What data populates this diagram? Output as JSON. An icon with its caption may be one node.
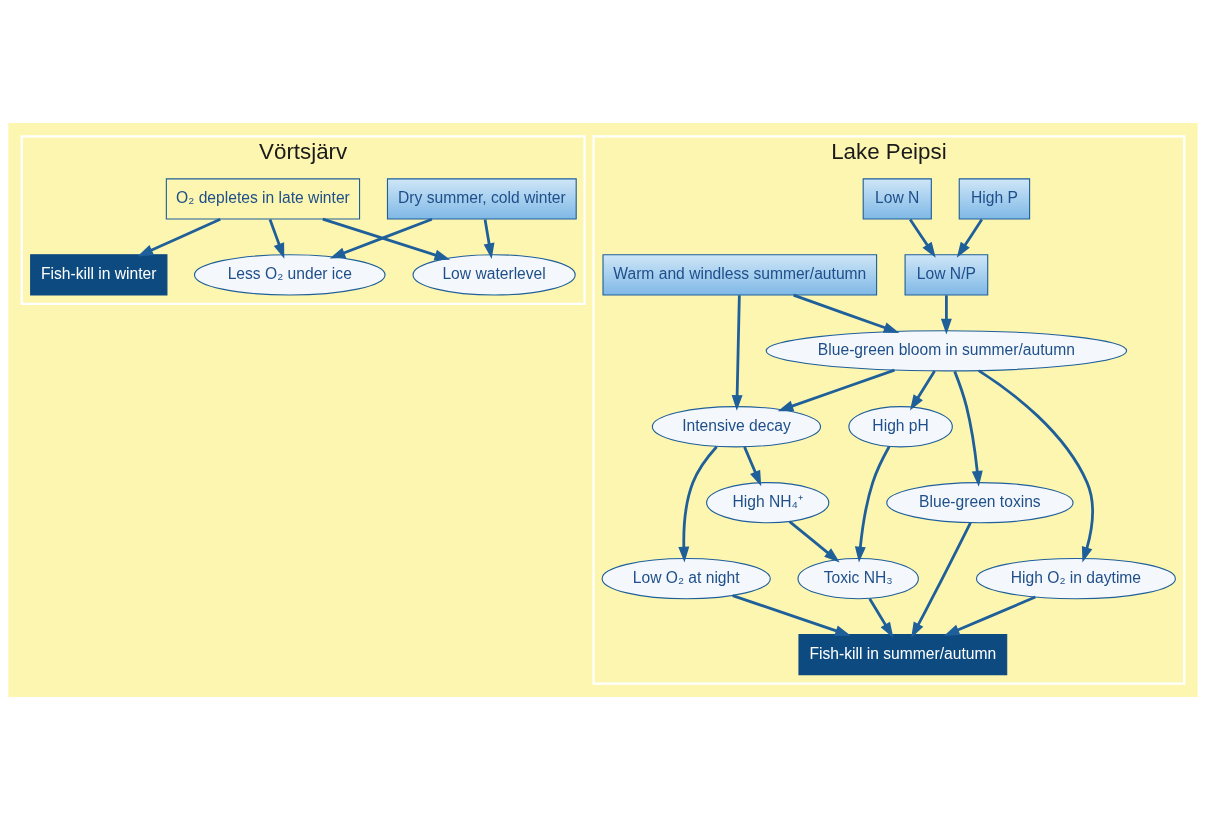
{
  "diagram": {
    "nodes": [
      {
        "text": [
          "Vörtsjärv"
        ]
      },
      {
        "text": [
          "Dry summer, cold winter"
        ],
        "in": 0
      },
      {
        "text": [
          "Low waterlevel"
        ],
        "in": 0
      },
      {
        "text": [
          "Less O₂ under ice"
        ],
        "in": 0
      },
      {
        "text": [
          "O₂ depletes in late winter"
        ],
        "in": 0
      },
      {
        "text": [
          "Fish-kill in winter"
        ],
        "in": 0
      },
      {
        "text": [
          "Lake Peipsi"
        ]
      },
      {
        "text": [
          "High P"
        ],
        "in": 6
      },
      {
        "text": [
          "Low N"
        ],
        "in": 6
      },
      {
        "text": [
          "Warm and windless summer/autumn"
        ],
        "in": 6
      },
      {
        "text": [
          "Low N/P"
        ],
        "in": 6
      },
      {
        "text": [
          "Blue-green bloom in summer/autumn"
        ],
        "in": 6
      },
      {
        "text": [
          "Intensive decay"
        ],
        "in": 6
      },
      {
        "text": [
          "High O₂ in daytime"
        ],
        "in": 6
      },
      {
        "text": [
          "High pH"
        ],
        "in": 6
      },
      {
        "text": [
          "High NH₄⁺"
        ],
        "in": 6
      },
      {
        "text": [
          "Low O₂ at night"
        ],
        "in": 6
      },
      {
        "text": [
          "Blue-green toxins"
        ],
        "in": 6
      },
      {
        "text": [
          "Toxic NH₃"
        ],
        "in": 6
      },
      {
        "text": [
          "Fish-kill in summer/autumn"
        ],
        "in": 6
      }
    ],
    "edges": [
      {
        "from": 1,
        "to": 2,
        "arrow": "to"
      },
      {
        "from": 1,
        "to": 3,
        "arrow": "to"
      },
      {
        "from": 4,
        "to": 2,
        "arrow": "to"
      },
      {
        "from": 4,
        "to": 3,
        "arrow": "to"
      },
      {
        "from": 4,
        "to": 5,
        "arrow": "to"
      },
      {
        "from": 7,
        "to": 10,
        "arrow": "to"
      },
      {
        "from": 8,
        "to": 10,
        "arrow": "to"
      },
      {
        "from": 10,
        "to": 11,
        "arrow": "to"
      },
      {
        "from": 9,
        "to": 11,
        "arrow": "to"
      },
      {
        "from": 9,
        "to": 12,
        "arrow": "to"
      },
      {
        "from": 11,
        "to": 12,
        "arrow": "to"
      },
      {
        "from": 11,
        "to": 13,
        "arrow": "to"
      },
      {
        "from": 11,
        "to": 17,
        "arrow": "to"
      },
      {
        "from": 11,
        "to": 14,
        "arrow": "to"
      },
      {
        "from": 12,
        "to": 15,
        "arrow": "to"
      },
      {
        "from": 12,
        "to": 16,
        "arrow": "to"
      },
      {
        "from": 14,
        "to": 18,
        "arrow": "to"
      },
      {
        "from": 15,
        "to": 18,
        "arrow": "to"
      },
      {
        "from": 13,
        "to": 19,
        "arrow": "to"
      },
      {
        "from": 17,
        "to": 19,
        "arrow": "to"
      },
      {
        "from": 18,
        "to": 19,
        "arrow": "to"
      },
      {
        "from": 16,
        "to": 19,
        "arrow": "to"
      }
    ]
  }
}
